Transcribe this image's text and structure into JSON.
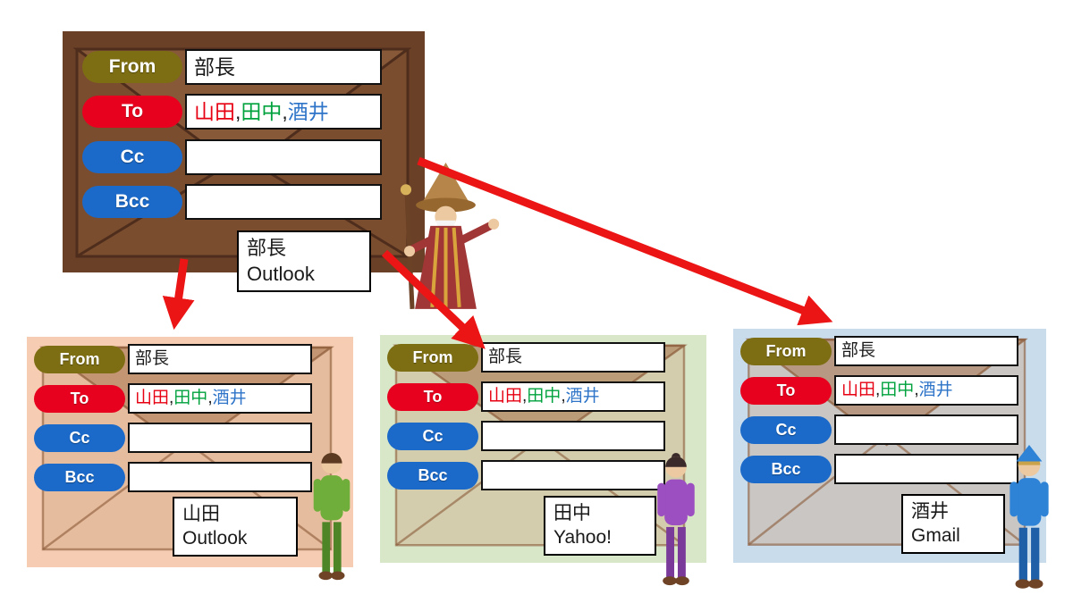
{
  "field_labels": {
    "from": "From",
    "to": "To",
    "cc": "Cc",
    "bcc": "Bcc"
  },
  "field_values": {
    "from": "部長",
    "to_parts": [
      {
        "text": "山田",
        "color": "#e60012"
      },
      {
        "text": ",",
        "color": "#1a1a1a"
      },
      {
        "text": "田中",
        "color": "#00a23e"
      },
      {
        "text": ",",
        "color": "#1a1a1a"
      },
      {
        "text": "酒井",
        "color": "#2e74c8"
      }
    ],
    "cc": "",
    "bcc": ""
  },
  "pill_colors": {
    "from": "#7d6e14",
    "to": "#e8001f",
    "cc": "#1b6ac9",
    "bcc": "#1b6ac9"
  },
  "arrow_color": "#ec1515",
  "sender_panel": {
    "bg": "#6a4027",
    "tag": {
      "name": "部長",
      "service": "Outlook"
    },
    "character": "wizard-figure"
  },
  "recipient_panels": [
    {
      "bg": "#f6cdb2",
      "tag": {
        "name": "山田",
        "service": "Outlook"
      },
      "character": "green-figure"
    },
    {
      "bg": "#d9e7c9",
      "tag": {
        "name": "田中",
        "service": "Yahoo!"
      },
      "character": "purple-figure"
    },
    {
      "bg": "#c9dcec",
      "tag": {
        "name": "酒井",
        "service": "Gmail"
      },
      "character": "blue-wizard-figure"
    }
  ]
}
